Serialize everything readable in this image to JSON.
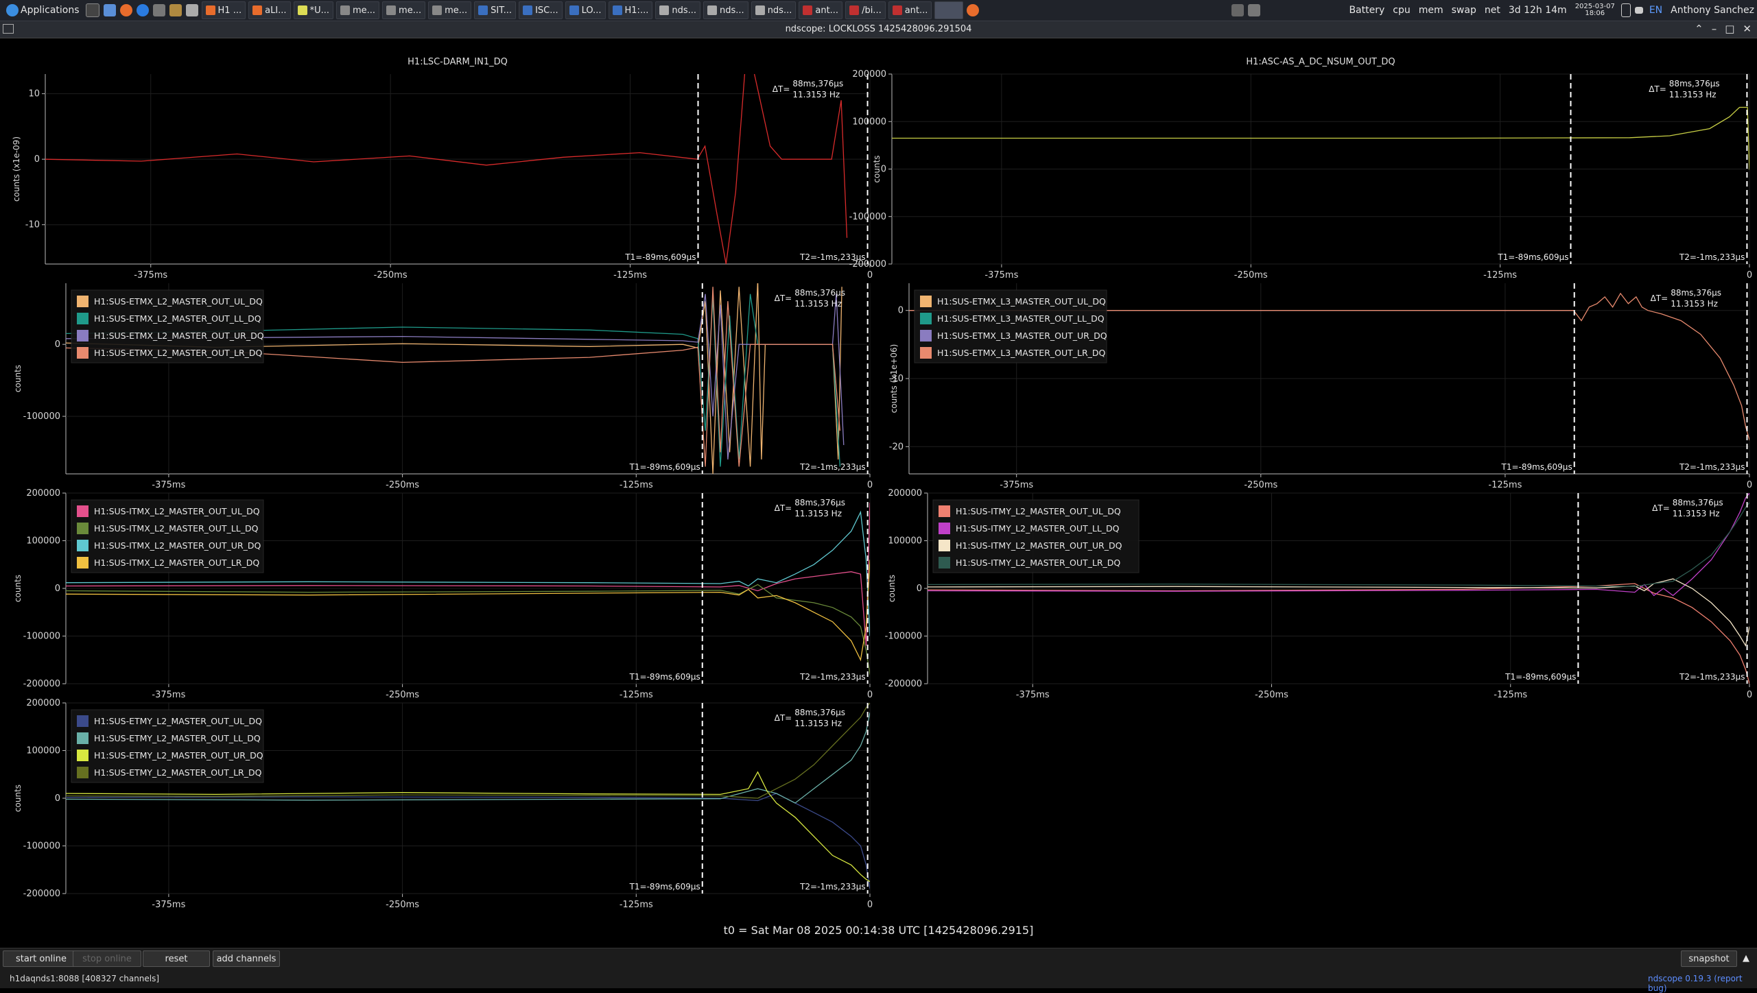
{
  "taskbar": {
    "applications_label": "Applications",
    "tasks": [
      "H1 ...",
      "aLI...",
      "*U...",
      "me...",
      "me...",
      "me...",
      "SIT...",
      "ISC...",
      "LO...",
      "H1:...",
      "nds...",
      "nds...",
      "nds...",
      "ant...",
      "/bi...",
      "ant..."
    ],
    "monitors": [
      "Battery",
      "cpu",
      "mem",
      "swap",
      "net"
    ],
    "uptime": "3d 12h 14m",
    "date": "2025-03-07",
    "time": "18:06",
    "lang": "EN",
    "user": "Anthony Sanchez"
  },
  "window": {
    "title": "ndscope: LOCKLOSS 1425428096.291504"
  },
  "cursors": {
    "dt": "ΔT=",
    "dt_val": "88ms,376μs",
    "freq": "11.3153 Hz",
    "t1": "T1=-89ms,609μs",
    "t2": "T2=-1ms,233μs"
  },
  "time_label": "t0 = Sat Mar 08 2025 00:14:38 UTC [1425428096.2915]",
  "buttons": {
    "start_online": "start online",
    "stop_online": "stop online",
    "reset": "reset",
    "add_channels": "add channels",
    "snapshot": "snapshot"
  },
  "status": {
    "server": "h1daqnds1:8088  [408327 channels]",
    "version_link": "ndscope 0.19.3",
    "report": "(report bug)"
  },
  "chart_data": [
    {
      "type": "line",
      "title": "H1:LSC-DARM_IN1_DQ",
      "ylabel": "counts (x1e-09)",
      "xticks": [
        "-375ms",
        "-250ms",
        "-125ms",
        "0"
      ],
      "yticks": [
        "10",
        "0",
        "-10"
      ],
      "xlim": [
        -430,
        0
      ],
      "ylim": [
        -16,
        13
      ],
      "grid": true,
      "series": [
        {
          "color": "#d92b2b",
          "x": [
            -430,
            -380,
            -330,
            -290,
            -240,
            -200,
            -160,
            -120,
            -90,
            -86,
            -80,
            -75,
            -70,
            -64,
            -58,
            -52,
            -46,
            -40,
            -36,
            -30,
            -25,
            -20,
            -15,
            -12
          ],
          "y": [
            0,
            -0.3,
            0.8,
            -0.4,
            0.5,
            -0.9,
            0.3,
            1,
            0,
            2,
            -8,
            -16,
            -5,
            18,
            10,
            2,
            0,
            0,
            0,
            0,
            0,
            0,
            9,
            -12
          ]
        }
      ],
      "legend": []
    },
    {
      "type": "line",
      "title": "H1:ASC-AS_A_DC_NSUM_OUT_DQ",
      "ylabel": "counts",
      "xticks": [
        "-375ms",
        "-250ms",
        "-125ms",
        "0"
      ],
      "yticks": [
        "200000",
        "100000",
        "0",
        "-100000",
        "-200000"
      ],
      "xlim": [
        -430,
        0
      ],
      "ylim": [
        -200000,
        200000
      ],
      "grid": true,
      "series": [
        {
          "color": "#c8cf45",
          "x": [
            -430,
            -300,
            -150,
            -60,
            -40,
            -20,
            -10,
            -5,
            -3,
            -2,
            -1,
            0,
            2
          ],
          "y": [
            65000,
            65000,
            65000,
            66000,
            70000,
            85000,
            110000,
            130000,
            130000,
            130000,
            130000,
            0,
            -20000
          ]
        }
      ],
      "legend": []
    },
    {
      "type": "line",
      "ylabel": "counts",
      "xticks": [
        "-375ms",
        "-250ms",
        "-125ms",
        "0"
      ],
      "yticks": [
        "0",
        "-100000"
      ],
      "xlim": [
        -430,
        0
      ],
      "ylim": [
        -180000,
        85000
      ],
      "grid": true,
      "legend": [
        "H1:SUS-ETMX_L2_MASTER_OUT_UL_DQ",
        "H1:SUS-ETMX_L2_MASTER_OUT_LL_DQ",
        "H1:SUS-ETMX_L2_MASTER_OUT_UR_DQ",
        "H1:SUS-ETMX_L2_MASTER_OUT_LR_DQ"
      ],
      "series": [
        {
          "color": "#f0b470",
          "x": [
            -430,
            -350,
            -250,
            -150,
            -100,
            -92,
            -88,
            -84,
            -80,
            -75,
            -70,
            -64,
            -60,
            -58,
            -56,
            -20,
            -17,
            -15
          ],
          "y": [
            2000,
            -4000,
            1000,
            -3000,
            0,
            -5000,
            60000,
            -180000,
            75000,
            -150000,
            80000,
            -170000,
            90000,
            -160000,
            0,
            0,
            -160000,
            80000
          ]
        },
        {
          "color": "#1f9a8a",
          "x": [
            -430,
            -350,
            -250,
            -150,
            -100,
            -92,
            -88,
            -84,
            -80,
            -75,
            -70,
            -64,
            -60,
            -20,
            -16
          ],
          "y": [
            15000,
            18000,
            24000,
            20000,
            14000,
            8000,
            -120000,
            65000,
            -170000,
            40000,
            -160000,
            70000,
            0,
            0,
            -170000
          ]
        },
        {
          "color": "#8a7cc0",
          "x": [
            -430,
            -350,
            -250,
            -150,
            -100,
            -92,
            -88,
            -84,
            -80,
            -76,
            -70,
            -20,
            -18,
            -14
          ],
          "y": [
            8000,
            9000,
            11000,
            7000,
            5000,
            3000,
            70000,
            -100000,
            55000,
            -160000,
            0,
            0,
            70000,
            -140000
          ]
        },
        {
          "color": "#e88a6e",
          "x": [
            -430,
            -350,
            -250,
            -150,
            -100,
            -92,
            -88,
            -84,
            -80,
            -76,
            -70,
            -64,
            -20,
            -16
          ],
          "y": [
            -5000,
            -9000,
            -25000,
            -18000,
            -8000,
            -4000,
            -170000,
            80000,
            -150000,
            60000,
            -170000,
            0,
            0,
            -120000
          ]
        }
      ]
    },
    {
      "type": "line",
      "ylabel": "counts (x1e+06)",
      "xticks": [
        "-375ms",
        "-250ms",
        "-125ms",
        "0"
      ],
      "yticks": [
        "0",
        "-10",
        "-20"
      ],
      "xlim": [
        -430,
        0
      ],
      "ylim": [
        -24,
        4
      ],
      "grid": true,
      "legend": [
        "H1:SUS-ETMX_L3_MASTER_OUT_UL_DQ",
        "H1:SUS-ETMX_L3_MASTER_OUT_LL_DQ",
        "H1:SUS-ETMX_L3_MASTER_OUT_UR_DQ",
        "H1:SUS-ETMX_L3_MASTER_OUT_LR_DQ"
      ],
      "series": [
        {
          "color": "#f0b470",
          "x": [
            -430,
            -200,
            -90
          ],
          "y": [
            0,
            0,
            0
          ]
        },
        {
          "color": "#1f9a8a",
          "x": [
            -430,
            -200,
            -90
          ],
          "y": [
            0,
            0,
            0
          ]
        },
        {
          "color": "#8a7cc0",
          "x": [
            -430,
            -200,
            -90
          ],
          "y": [
            0,
            0,
            0
          ]
        },
        {
          "color": "#e88a6e",
          "x": [
            -430,
            -200,
            -90,
            -86,
            -82,
            -78,
            -74,
            -70,
            -66,
            -62,
            -58,
            -55,
            -52,
            -45,
            -35,
            -25,
            -15,
            -8,
            -4,
            -2,
            0,
            3,
            6
          ],
          "y": [
            0,
            0,
            0,
            -1.5,
            0.5,
            1,
            2,
            0.5,
            2.5,
            1,
            2,
            0.5,
            0,
            -0.5,
            -1.5,
            -3.5,
            -7,
            -11,
            -14,
            -17,
            -19,
            -20.5,
            -21
          ]
        }
      ]
    },
    {
      "type": "line",
      "ylabel": "counts",
      "xticks": [
        "-375ms",
        "-250ms",
        "-125ms",
        "0"
      ],
      "yticks": [
        "200000",
        "100000",
        "0",
        "-100000",
        "-200000"
      ],
      "xlim": [
        -430,
        0
      ],
      "ylim": [
        -200000,
        200000
      ],
      "grid": true,
      "legend": [
        "H1:SUS-ITMX_L2_MASTER_OUT_UL_DQ",
        "H1:SUS-ITMX_L2_MASTER_OUT_LL_DQ",
        "H1:SUS-ITMX_L2_MASTER_OUT_UR_DQ",
        "H1:SUS-ITMX_L2_MASTER_OUT_LR_DQ"
      ],
      "series": [
        {
          "color": "#e4508c",
          "x": [
            -430,
            -300,
            -150,
            -80,
            -70,
            -60,
            -50,
            -40,
            -30,
            -20,
            -10,
            -5,
            -2,
            0,
            2,
            4,
            6
          ],
          "y": [
            5000,
            6000,
            5000,
            3000,
            6000,
            -5000,
            10000,
            20000,
            25000,
            30000,
            35000,
            30000,
            -120000,
            180000,
            80000,
            40000,
            -50000
          ]
        },
        {
          "color": "#6a8a3a",
          "x": [
            -430,
            -300,
            -150,
            -80,
            -70,
            -60,
            -50,
            -40,
            -30,
            -20,
            -10,
            -5,
            -2,
            0,
            2,
            4,
            6
          ],
          "y": [
            -5000,
            -8000,
            -6000,
            -4000,
            -12000,
            8000,
            -20000,
            -25000,
            -30000,
            -40000,
            -60000,
            -80000,
            -130000,
            -180000,
            -200000,
            -160000,
            -110000
          ]
        },
        {
          "color": "#5fc8d0",
          "x": [
            -430,
            -300,
            -150,
            -80,
            -70,
            -65,
            -60,
            -50,
            -40,
            -30,
            -20,
            -10,
            -5,
            -2,
            0,
            2,
            4
          ],
          "y": [
            12000,
            14000,
            12000,
            10000,
            15000,
            5000,
            20000,
            12000,
            30000,
            50000,
            80000,
            120000,
            160000,
            60000,
            -100000,
            20000,
            -40000
          ]
        },
        {
          "color": "#f0c040",
          "x": [
            -430,
            -300,
            -150,
            -80,
            -70,
            -65,
            -60,
            -50,
            -40,
            -30,
            -20,
            -10,
            -5,
            -2,
            0,
            2,
            4
          ],
          "y": [
            -12000,
            -14000,
            -10000,
            -8000,
            -14000,
            -2000,
            -20000,
            -15000,
            -30000,
            -50000,
            -70000,
            -110000,
            -150000,
            -80000,
            60000,
            -30000,
            10000
          ]
        }
      ]
    },
    {
      "type": "line",
      "ylabel": "counts",
      "xticks": [
        "-375ms",
        "-250ms",
        "-125ms",
        "0"
      ],
      "yticks": [
        "200000",
        "100000",
        "0",
        "-100000",
        "-200000"
      ],
      "xlim": [
        -430,
        0
      ],
      "ylim": [
        -200000,
        200000
      ],
      "grid": true,
      "legend": [
        "H1:SUS-ITMY_L2_MASTER_OUT_UL_DQ",
        "H1:SUS-ITMY_L2_MASTER_OUT_LL_DQ",
        "H1:SUS-ITMY_L2_MASTER_OUT_UR_DQ",
        "H1:SUS-ITMY_L2_MASTER_OUT_LR_DQ"
      ],
      "series": [
        {
          "color": "#f08070",
          "x": [
            -430,
            -300,
            -150,
            -80,
            -60,
            -50,
            -40,
            -30,
            -20,
            -10,
            -5,
            -2,
            0,
            2,
            4
          ],
          "y": [
            -3000,
            -5000,
            -2000,
            5000,
            10000,
            -10000,
            -20000,
            -40000,
            -70000,
            -110000,
            -140000,
            -170000,
            -200000,
            -160000,
            -120000
          ]
        },
        {
          "color": "#c040c8",
          "x": [
            -430,
            -300,
            -150,
            -80,
            -60,
            -55,
            -50,
            -45,
            -40,
            -30,
            -20,
            -10,
            -5,
            -2,
            0,
            2
          ],
          "y": [
            -5000,
            -6000,
            -4000,
            -2000,
            -8000,
            8000,
            -15000,
            0,
            -15000,
            20000,
            60000,
            120000,
            160000,
            190000,
            200000,
            120000
          ]
        },
        {
          "color": "#f5e6c8",
          "x": [
            -430,
            -300,
            -150,
            -80,
            -60,
            -55,
            -50,
            -45,
            -40,
            -30,
            -20,
            -10,
            -5,
            -2,
            0,
            2
          ],
          "y": [
            3000,
            4000,
            2000,
            1000,
            5000,
            -5000,
            10000,
            15000,
            20000,
            0,
            -30000,
            -70000,
            -100000,
            -120000,
            -80000,
            -110000
          ]
        },
        {
          "color": "#2e5a50",
          "x": [
            -430,
            -300,
            -150,
            -80,
            -60,
            -50,
            -40,
            -30,
            -20,
            -10,
            -5,
            -2,
            0
          ],
          "y": [
            8000,
            9000,
            7000,
            5000,
            4000,
            10000,
            15000,
            40000,
            70000,
            120000,
            150000,
            170000,
            180000
          ]
        }
      ]
    },
    {
      "type": "line",
      "ylabel": "counts",
      "xticks": [
        "-375ms",
        "-250ms",
        "-125ms",
        "0"
      ],
      "yticks": [
        "200000",
        "100000",
        "0",
        "-100000",
        "-200000"
      ],
      "xlim": [
        -430,
        0
      ],
      "ylim": [
        -200000,
        200000
      ],
      "grid": true,
      "legend": [
        "H1:SUS-ETMY_L2_MASTER_OUT_UL_DQ",
        "H1:SUS-ETMY_L2_MASTER_OUT_LL_DQ",
        "H1:SUS-ETMY_L2_MASTER_OUT_UR_DQ",
        "H1:SUS-ETMY_L2_MASTER_OUT_LR_DQ"
      ],
      "series": [
        {
          "color": "#3b4a8a",
          "x": [
            -430,
            -300,
            -150,
            -80,
            -60,
            -50,
            -40,
            -30,
            -20,
            -10,
            -5,
            -2,
            0,
            2,
            4
          ],
          "y": [
            2000,
            3000,
            2000,
            0,
            -5000,
            10000,
            -10000,
            -30000,
            -50000,
            -80000,
            -100000,
            -140000,
            -190000,
            -120000,
            -60000
          ]
        },
        {
          "color": "#6ab0a8",
          "x": [
            -430,
            -300,
            -150,
            -80,
            -60,
            -50,
            -40,
            -30,
            -20,
            -10,
            -5,
            -2,
            0
          ],
          "y": [
            -2000,
            -4000,
            -2000,
            -1000,
            20000,
            10000,
            -10000,
            20000,
            50000,
            80000,
            110000,
            140000,
            180000
          ]
        },
        {
          "color": "#d8e840",
          "x": [
            -430,
            -350,
            -250,
            -150,
            -80,
            -65,
            -60,
            -55,
            -50,
            -45,
            -40,
            -30,
            -20,
            -10,
            -5,
            -2,
            0
          ],
          "y": [
            10000,
            8000,
            12000,
            9000,
            8000,
            20000,
            55000,
            15000,
            -10000,
            -25000,
            -40000,
            -80000,
            -120000,
            -140000,
            -160000,
            -170000,
            -175000
          ]
        },
        {
          "color": "#667020",
          "x": [
            -430,
            -350,
            -250,
            -150,
            -80,
            -60,
            -50,
            -40,
            -30,
            -20,
            -10,
            -5,
            -2,
            0
          ],
          "y": [
            5000,
            4000,
            7000,
            6000,
            5000,
            0,
            20000,
            40000,
            70000,
            110000,
            150000,
            170000,
            190000,
            200000
          ]
        }
      ]
    }
  ]
}
